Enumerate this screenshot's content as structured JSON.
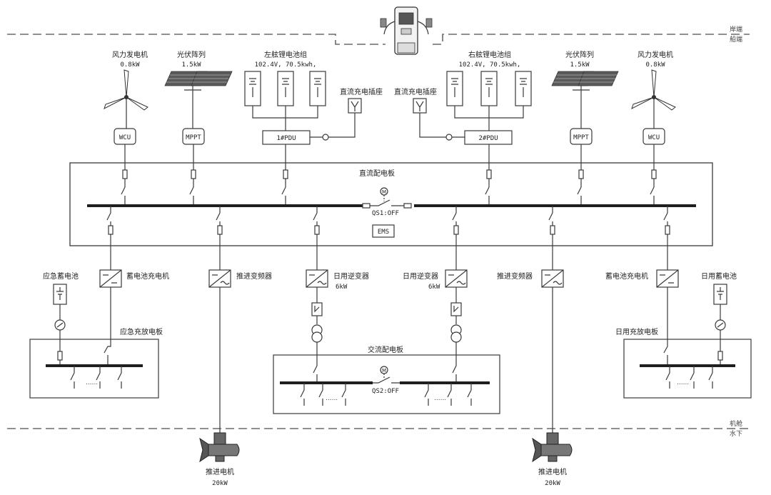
{
  "edges": {
    "shore": "岸端",
    "ship": "船端",
    "engine_room": "机舱",
    "underwater": "水下"
  },
  "left": {
    "wind_name": "风力发电机",
    "wind_power": "0.8kW",
    "pv_name": "光伏阵列",
    "pv_power": "1.5kW",
    "battery_name": "左舷锂电池组",
    "battery_spec": "102.4V, 70.5kwh,",
    "dc_socket": "直流充电插座",
    "pdu": "1#PDU",
    "charger": "蓄电池充电机",
    "emergency_battery": "应急蓄电池",
    "vfd": "推进变频器",
    "inverter": "日用逆变器",
    "inverter_power": "6kW",
    "panel": "应急充放电板",
    "motor": "推进电机",
    "motor_power": "20kW"
  },
  "right": {
    "wind_name": "风力发电机",
    "wind_power": "0.8kW",
    "pv_name": "光伏阵列",
    "pv_power": "1.5kW",
    "battery_name": "右舷锂电池组",
    "battery_spec": "102.4V, 70.5kwh,",
    "dc_socket": "直流充电插座",
    "pdu": "2#PDU",
    "charger": "蓄电池充电机",
    "daily_battery": "日用蓄电池",
    "vfd": "推进变频器",
    "inverter": "日用逆变器",
    "inverter_power": "6kW",
    "panel": "日用充放电板",
    "motor": "推进电机",
    "motor_power": "20kW"
  },
  "labels": {
    "wcu": "WCU",
    "mppt": "MPPT",
    "dc_board": "直流配电板",
    "qs1": "QS1:OFF",
    "ems": "EMS",
    "ac_board": "交流配电板",
    "qs2": "QS2:OFF",
    "m": "M",
    "ellipsis": "......"
  }
}
